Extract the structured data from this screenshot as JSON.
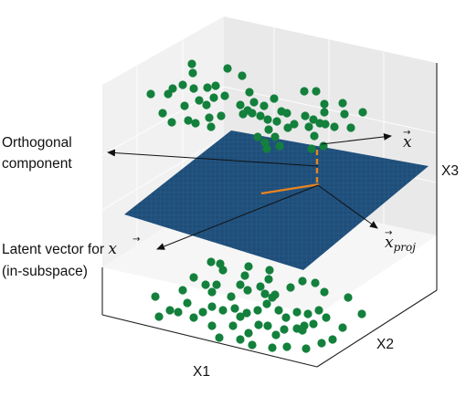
{
  "annotations": {
    "orthogonal_line1": "Orthogonal",
    "orthogonal_line2": "component",
    "latent_line1": "Latent vector for ",
    "latent_line2": "(in-subspace)",
    "x_symbol": "x",
    "xproj_symbol": "x",
    "xproj_subscript": "proj"
  },
  "axes": {
    "x1": "X1",
    "x2": "X2",
    "x3": "X3"
  },
  "colors": {
    "points": "#13803c",
    "plane": "#1f4e79",
    "plane_grid": "#3f7fb8",
    "latent": "#e8841f",
    "pane_left": "#f1f1f1",
    "pane_back": "#e8e8e8",
    "pane_floor": "#f6f6f6"
  }
}
